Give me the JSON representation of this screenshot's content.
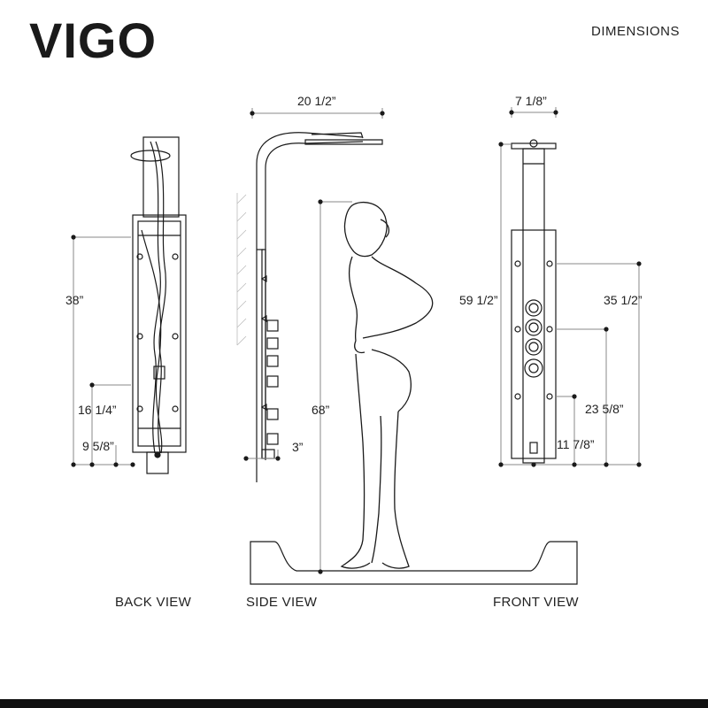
{
  "brand": {
    "logo": "VIGO"
  },
  "header": {
    "title": "DIMENSIONS"
  },
  "views": {
    "back": "BACK VIEW",
    "side": "SIDE VIEW",
    "front": "FRONT VIEW"
  },
  "dimensions": {
    "back_height": "38”",
    "back_lower": "16 1/4”",
    "back_bottom": "9 5/8”",
    "side_width": "20 1/2”",
    "side_depth": "3”",
    "person_height": "68”",
    "front_width": "7 1/8”",
    "front_total_height": "59 1/2”",
    "front_panel_height": "35 1/2”",
    "front_mid": "23 5/8”",
    "front_low": "11 7/8”"
  }
}
